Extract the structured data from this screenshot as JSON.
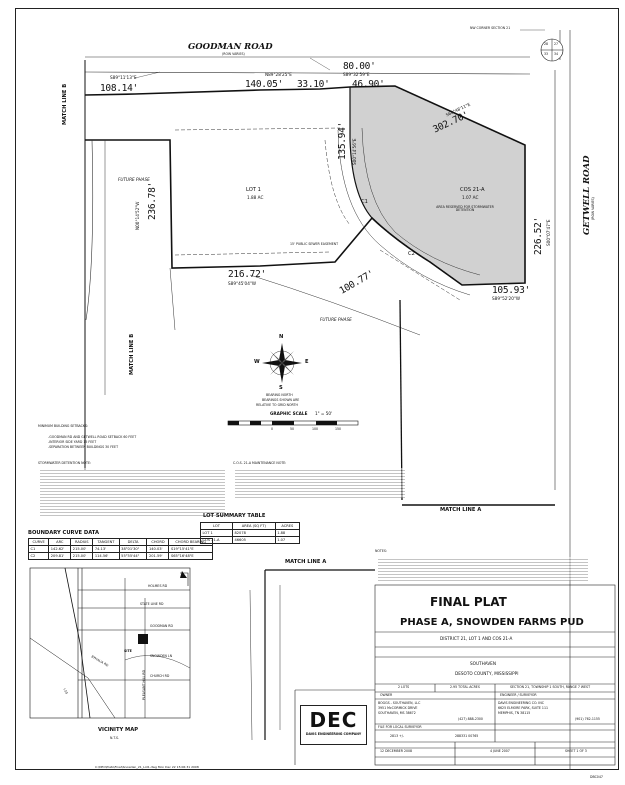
{
  "top_label": "NW CORNER SECTION 21",
  "roads": {
    "goodman": "GOODMAN ROAD",
    "goodman_sub": "(ROW VARIES)",
    "getwell": "GETWELL ROAD",
    "getwell_sub": "(ROW VARIES)"
  },
  "match_lines": {
    "b": "MATCH LINE B",
    "a": "MATCH LINE A"
  },
  "north_dims": [
    "108.14'",
    "140.05'",
    "33.10'",
    "46.90'"
  ],
  "north_bearings": [
    "S89°11'13\"E",
    "N89°28'25\"E",
    "S89°32'59\"E"
  ],
  "dim_80": "80.00'",
  "east_dim_302": "302.70'",
  "east_bearing_302": "S60°48'11\"E",
  "lot_label": {
    "name": "LOT 1",
    "area": "1.88 AC"
  },
  "cos_label": {
    "name": "COS 21-A",
    "area": "1.07 AC",
    "note": "AREA RESERVED FOR STORMWATER DETENTION"
  },
  "west_dim": "236.78'",
  "west_bearing": "N00°14'52\"W",
  "dim_135": "135.94'",
  "dim_135_bearing": "S00°14'56\"E",
  "south_dim": "216.72'",
  "south_bearing": "S89°45'04\"W",
  "dim_100": "100.77'",
  "dim_105": "105.93'",
  "dim_105_bearing": "S89°52'20\"W",
  "east_dim_226": "226.52'",
  "east_bearing_226": "S00°07'47\"E",
  "curves": [
    "C1",
    "C2"
  ],
  "notes_left": {
    "setback_title": "MINIMUM BUILDING SETBACKS:",
    "setbacks": [
      "-GOODMAN RD AND GETWELL ROAD SETBACK 60 FEET",
      "-INTERIOR SIDE YARD 15 FEET",
      "-SEPARATION BETWEEN BUILDINGS 30 FEET"
    ],
    "storm_title": "STORMWATER DETENTION NOTE:"
  },
  "notes_mid": {
    "title": "C.O.S. 21-A MAINTENANCE NOTE:"
  },
  "future_phase": "FUTURE PHASE",
  "sewer_note": "15' PUBLIC SEWER EASEMENT",
  "graphic_scale": {
    "label": "GRAPHIC SCALE",
    "ratio": "1\" = 50'",
    "ticks": [
      "0",
      "50",
      "100",
      "150"
    ]
  },
  "compass": {
    "n": "N",
    "s": "S",
    "e": "E",
    "w": "W",
    "note1": "BEARING NORTH",
    "note2": "BEARINGS SHOWN ARE",
    "note3": "RELATIVE TO GRID NORTH"
  },
  "curve_table": {
    "title": "BOUNDARY CURVE DATA",
    "headers": [
      "CURVE",
      "ARC",
      "RADIUS",
      "TANGENT",
      "DELTA",
      "CHORD",
      "CHORD BEARING"
    ],
    "rows": [
      [
        "C1",
        "142.62'",
        "215.00'",
        "74.13'",
        "38°01'30\"",
        "140.03'",
        "S19°15'41\"E"
      ],
      [
        "C2",
        "209.81'",
        "215.00'",
        "114.56'",
        "55°55'44\"",
        "201.59'",
        "S65°16'48\"E"
      ]
    ]
  },
  "lot_table": {
    "title": "LOT SUMMARY TABLE",
    "headers": [
      "LOT",
      "AREA (SQ FT)",
      "ACRES"
    ],
    "rows": [
      [
        "LOT 1",
        "82078",
        "1.88"
      ],
      [
        "COS 21-A",
        "46605",
        "1.07"
      ]
    ]
  },
  "notes_right": {
    "title": "NOTES:"
  },
  "vicinity": {
    "title": "VICINITY MAP",
    "sub": "N.T.S.",
    "labels": [
      "HOLMES RD",
      "STATE LINE RD",
      "GOODMAN RD",
      "SITE",
      "CHURCH RD",
      "SNOWDEN LN",
      "BYHALIA RD",
      "I-55",
      "PLEASANT HILL RD"
    ]
  },
  "title_block": {
    "title": "FINAL PLAT",
    "subtitle": "PHASE A, SNOWDEN FARMS PUD",
    "district": "DISTRICT 21, LOT 1 AND COS 21-A",
    "city": "SOUTHAVEN",
    "county": "DESOTO COUNTY, MISSISSIPPI",
    "lots": "2 LOTS",
    "acres": "2.95 TOTAL ACRES",
    "section": "SECTION 21, TOWNSHIP 1 SOUTH, RANGE 7 WEST",
    "owner_h": "OWNER",
    "surveyor_h": "ENGINEER / SURVEYOR",
    "owner": [
      "BOGGS - SOUTHAVEN, LLC",
      "3951 McCORMICK DRIVE",
      "SOUTHAVEN, MS 38672"
    ],
    "owner_phone": "(427) 888-2300",
    "engineer": [
      "DAVIS ENGINEERING CO. INC",
      "6625 ELMORE PARK, SUITE 111",
      "MEMPHIS, TN 38115"
    ],
    "engineer_phone": "(901) 762-1155",
    "scale_h": "FILE FOR LOCAL SURVEYOR",
    "scale": "2813 +/-",
    "dwg": "288331 00765",
    "date1": "12 DECEMBER 2008",
    "date2": "4 JUNE 2007",
    "sheet": "SHEET 1 OF 3",
    "logo": "DEC",
    "firm": "DAVIS ENGINEERING COMPANY"
  },
  "footer_left": "C:\\DEC\\Plats\\Final\\Snowden_21_Lot1.dwg    Mon Dec 22 15:06:31 2008",
  "footer_right": "DBC047"
}
